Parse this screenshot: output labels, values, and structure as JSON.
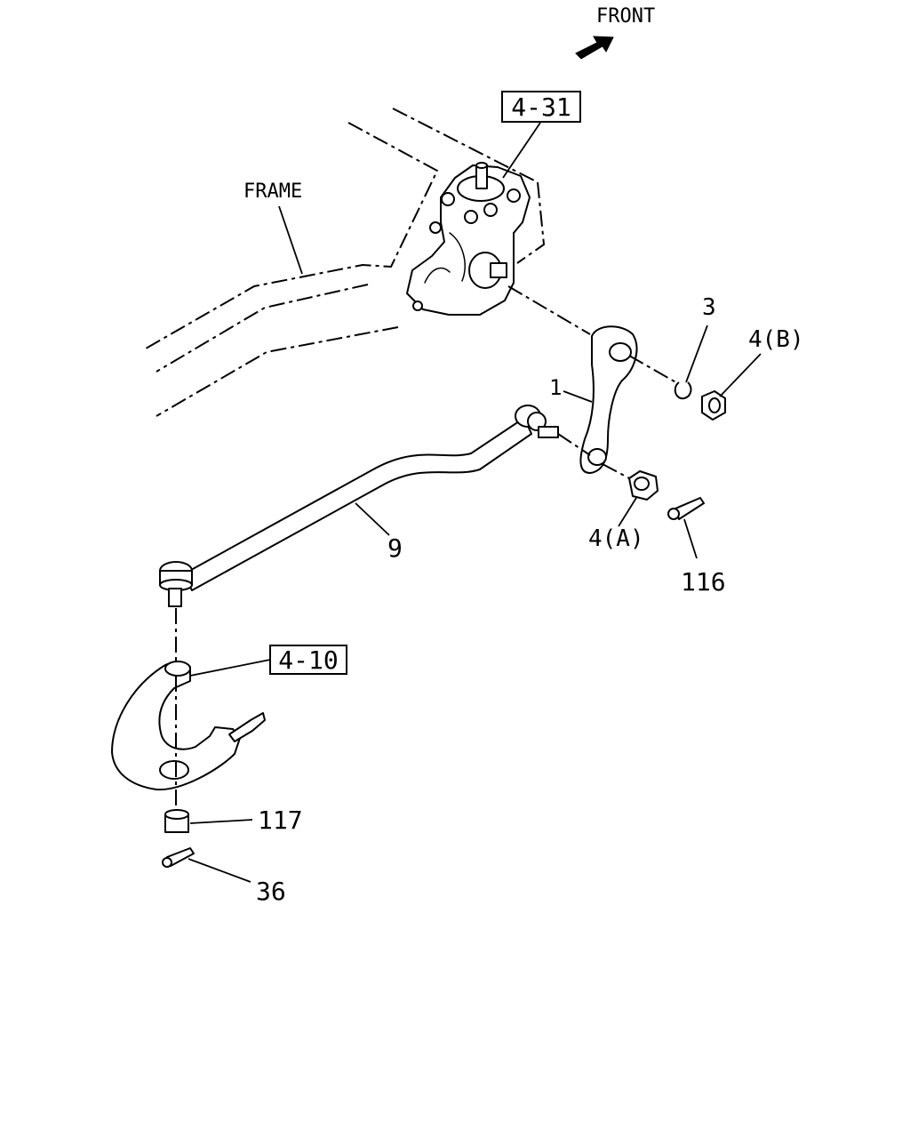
{
  "direction": {
    "label": "FRONT",
    "icon": "arrow-icon"
  },
  "frame_label": "FRAME",
  "refs": {
    "ref_431": "4-31",
    "ref_410": "4-10"
  },
  "callouts": {
    "c1": "1",
    "c3": "3",
    "c4b": "4(B)",
    "c4a": "4(A)",
    "c9": "9",
    "c116": "116",
    "c117": "117",
    "c36": "36"
  }
}
